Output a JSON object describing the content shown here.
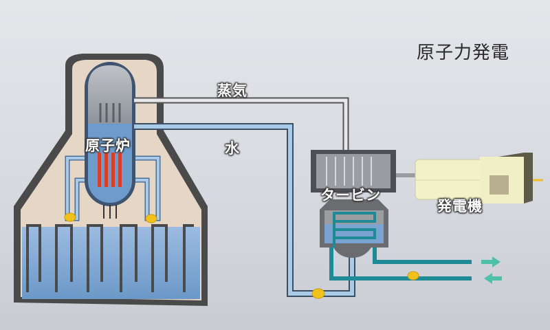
{
  "title": "原子力発電",
  "labels": {
    "steam": "蒸気",
    "water": "水",
    "reactor": "原子炉",
    "turbine": "タービン",
    "generator": "発電機"
  },
  "colors": {
    "containment_fill": "#e6d6c6",
    "containment_border": "#4a4a4a",
    "water_blue": "#7fa9d4",
    "pipe_blue": "#a9cbe8",
    "fuel_red": "#d8402c",
    "cooling_teal": "#1e8a96",
    "valve_yellow": "#f2c21c",
    "generator_yellow": "#f2f2c8"
  }
}
